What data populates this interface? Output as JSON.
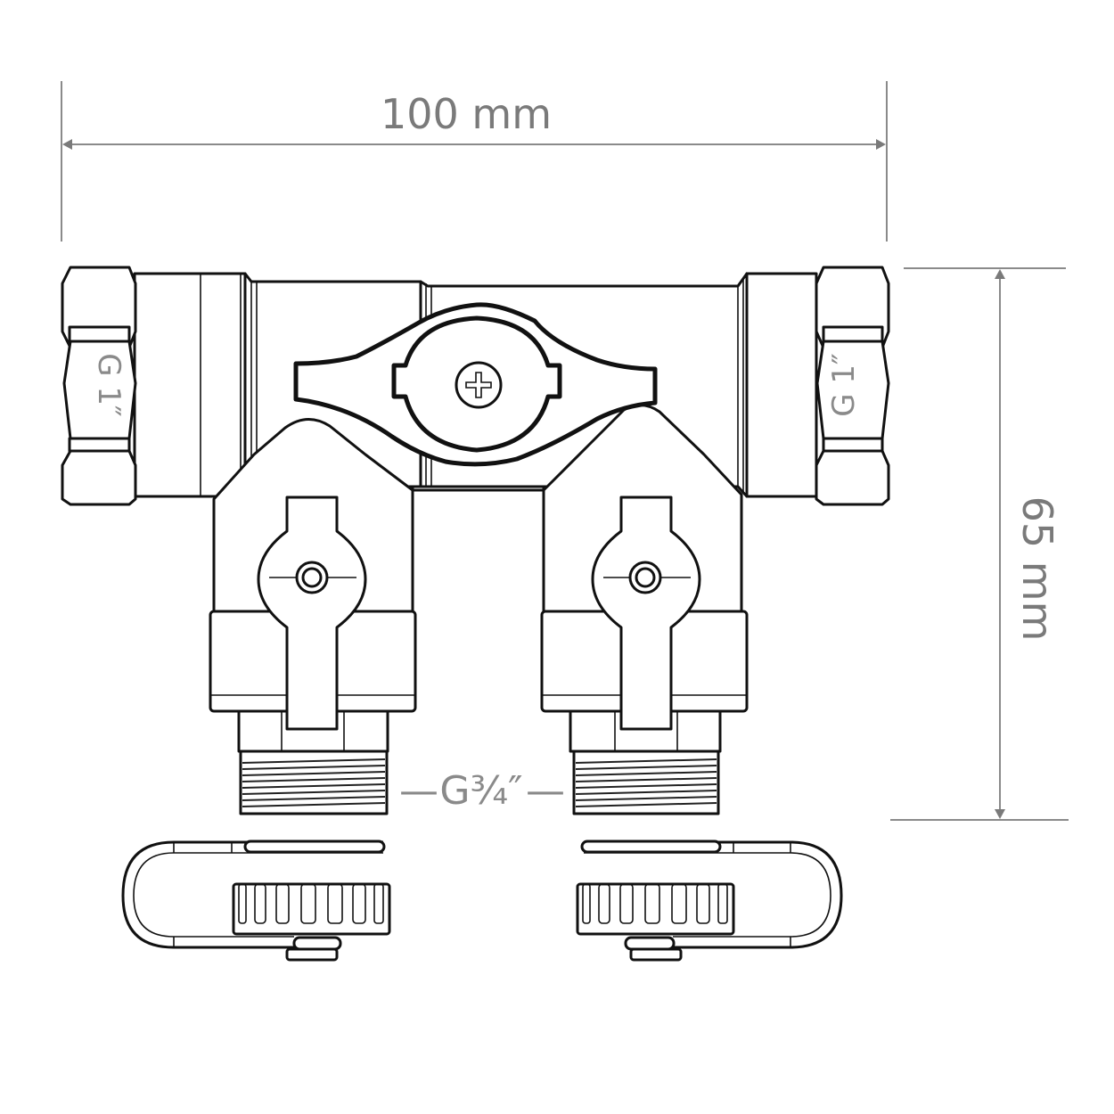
{
  "diagram": {
    "type": "technical-drawing",
    "subject": "2-way manifold with ball valves and hose clips",
    "colors": {
      "outline": "#111111",
      "dimension": "#8a8a8a",
      "background": "#ffffff"
    },
    "dimensions": {
      "width": {
        "label": "100 mm",
        "value": 100,
        "unit": "mm",
        "orientation": "horizontal"
      },
      "height": {
        "label": "65 mm",
        "value": 65,
        "unit": "mm",
        "orientation": "vertical"
      }
    },
    "thread_labels": {
      "inlet_left": "G 1″",
      "inlet_right": "G 1″",
      "outlets": "G¾″",
      "outlets_dash_left": "—",
      "outlets_dash_right": "—"
    },
    "components": [
      {
        "id": "left-hex-nut",
        "label": "G 1″ inlet nut"
      },
      {
        "id": "right-hex-nut",
        "label": "G 1″ inlet nut"
      },
      {
        "id": "main-butterfly-handle",
        "label": "Main valve handle"
      },
      {
        "id": "left-ball-valve",
        "label": "Outlet ball valve"
      },
      {
        "id": "right-ball-valve",
        "label": "Outlet ball valve"
      },
      {
        "id": "left-hose-clip",
        "label": "Hose clip with knurled cap"
      },
      {
        "id": "right-hose-clip",
        "label": "Hose clip with knurled cap"
      }
    ]
  }
}
